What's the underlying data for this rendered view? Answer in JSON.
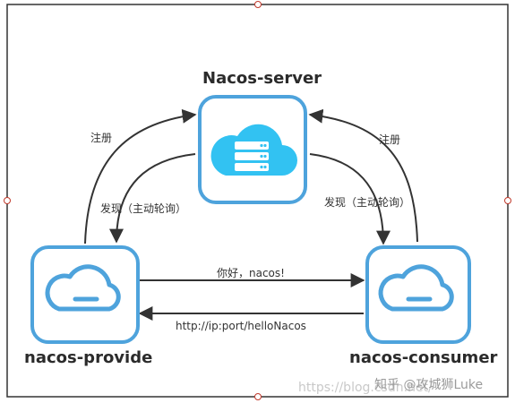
{
  "nodes": {
    "server": "Nacos-server",
    "provider": "nacos-provide",
    "consumer": "nacos-consumer"
  },
  "edges": {
    "provider_register": "注册",
    "consumer_register": "注册",
    "provider_discover": "发现（主动轮询）",
    "consumer_discover": "发现（主动轮询）",
    "provider_to_consumer": "你好，nacos!",
    "consumer_to_provider": "http://ip:port/helloNacos"
  },
  "watermark": {
    "url": "https://blog.csdn.net/",
    "author": "知乎 @攻城狮Luke"
  },
  "colors": {
    "node_border": "#4ea3dc",
    "cloud_fill": "#32c2f2",
    "server_rack": "#ffffff",
    "line": "#333333"
  },
  "icons": {
    "server": "cloud-server-icon",
    "provider": "cloud-outline-icon",
    "consumer": "cloud-outline-icon"
  }
}
